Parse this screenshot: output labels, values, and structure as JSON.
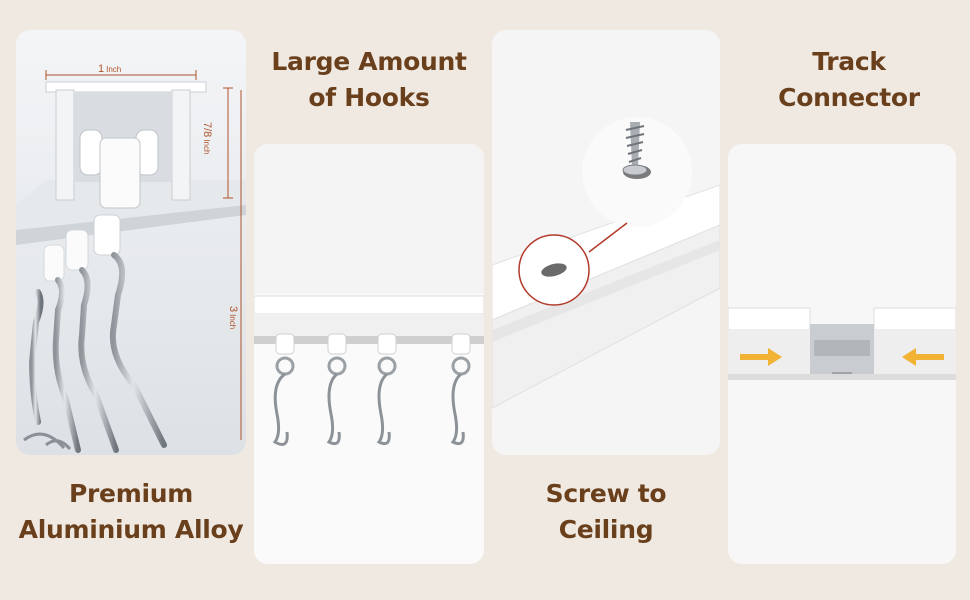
{
  "panels": [
    {
      "caption_lines": [
        "Premium",
        "Aluminium Alloy"
      ],
      "dimensions": {
        "width_value": "1",
        "width_unit": "Inch",
        "height_value": "7/8",
        "height_unit": "Inch",
        "length_value": "3",
        "length_unit": "Inch"
      }
    },
    {
      "caption_lines": [
        "Large Amount",
        "of Hooks"
      ]
    },
    {
      "caption_lines": [
        "Screw to",
        "Ceiling"
      ]
    },
    {
      "caption_lines": [
        "Track",
        "Connector"
      ]
    }
  ],
  "colors": {
    "background": "#efe9e1",
    "caption_text": "#6a3f1c",
    "dimension_lines": "#b0522a",
    "arrow": "#f2b233"
  }
}
